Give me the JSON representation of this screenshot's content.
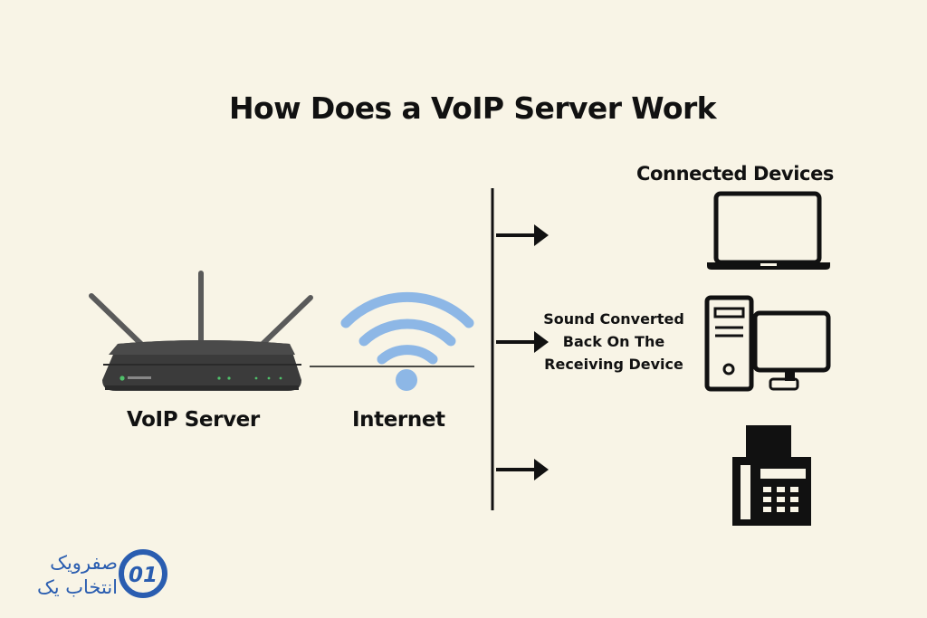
{
  "diagram": {
    "title": "How Does a VoIP Server Work",
    "connected_devices_heading": "Connected Devices",
    "server_label": "VoIP Server",
    "internet_label": "Internet",
    "sound_label": {
      "line1": "Sound Converted",
      "line2": "Back On The",
      "line3": "Receiving Device"
    }
  },
  "brand": {
    "line1": "صفرویک",
    "line2": "انتخاب یک",
    "logo_text": "01"
  },
  "colors": {
    "background": "#f8f4e6",
    "ink": "#111111",
    "wifi_blue": "#8db7e6",
    "router_body": "#3b3b3b",
    "brand_blue": "#2a5db0"
  },
  "icons": [
    "router-icon",
    "wifi-icon",
    "laptop-icon",
    "desktop-computer-icon",
    "fax-machine-icon",
    "arrow-right-icon",
    "brand-logo-icon"
  ]
}
